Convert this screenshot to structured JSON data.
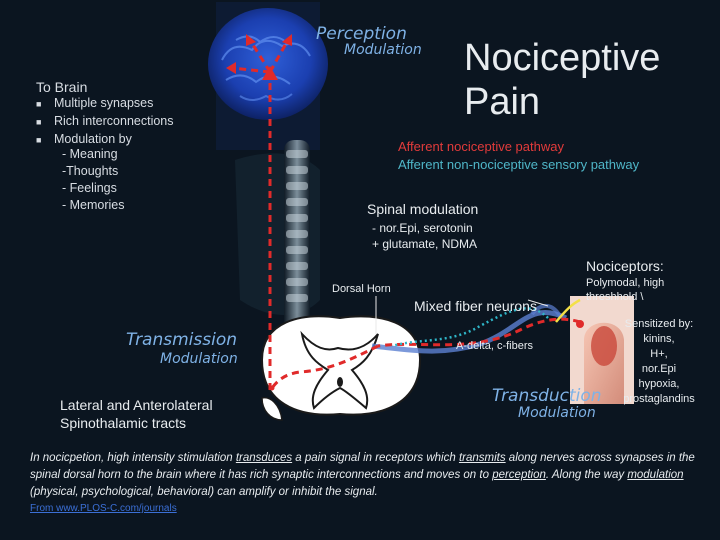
{
  "labels": {
    "perception": "Perception",
    "modulation_top": "Modulation",
    "title_line1": "Nociceptive",
    "title_line2": "Pain",
    "to_brain": "To Brain",
    "bullets": [
      "Multiple synapses",
      "Rich interconnections",
      "Modulation by"
    ],
    "sub_bullets": [
      "- Meaning",
      "-Thoughts",
      "- Feelings",
      "- Memories"
    ],
    "afferent_noci": "Afferent nociceptive pathway",
    "afferent_non": "Afferent non-nociceptive sensory pathway",
    "spinal_modulation": "Spinal modulation",
    "spinal_line1": "- nor.Epi, serotonin",
    "spinal_line2": "+ glutamate, NDMA",
    "nociceptors": "Nociceptors:",
    "polymodal_line1": "Polymodal, high",
    "polymodal_line2": "threshhold \\",
    "dorsal_horn": "Dorsal Horn",
    "mixed_fiber": "Mixed fiber neurons",
    "transmission": "Transmission",
    "modulation_mid": "Modulation",
    "adelta": "A-delta, c-fibers",
    "sensitized": [
      "Sensitized by:",
      "kinins,",
      "H+,",
      "nor.Epi",
      "hypoxia,",
      "prostaglandins"
    ],
    "tracts_line1": "Lateral and Anterolateral",
    "tracts_line2": "Spinothalamic tracts",
    "transduction": "Transduction",
    "modulation_bottom": "Modulation"
  },
  "caption": {
    "p1": "In nocicpetion, high intensity stimulation ",
    "transduces": "transduces",
    "p2": " a pain signal in receptors  which ",
    "transmits": "transmits",
    "p3": " along nerves across synapses in the spinal dorsal horn to the brain where it has rich synaptic interconnections and moves on to ",
    "perception": "perception",
    "p4": ". Along the way ",
    "modulation": "modulation",
    "p5": " (physical, psychological, behavioral) can amplify or inhibit the signal.",
    "citation": "From www.PLOS-C.com/journals"
  },
  "colors": {
    "background": "#0b1520",
    "accent_red": "#e23b3b",
    "accent_teal": "#4fb6c8",
    "label_blue": "#7fb2e6"
  }
}
